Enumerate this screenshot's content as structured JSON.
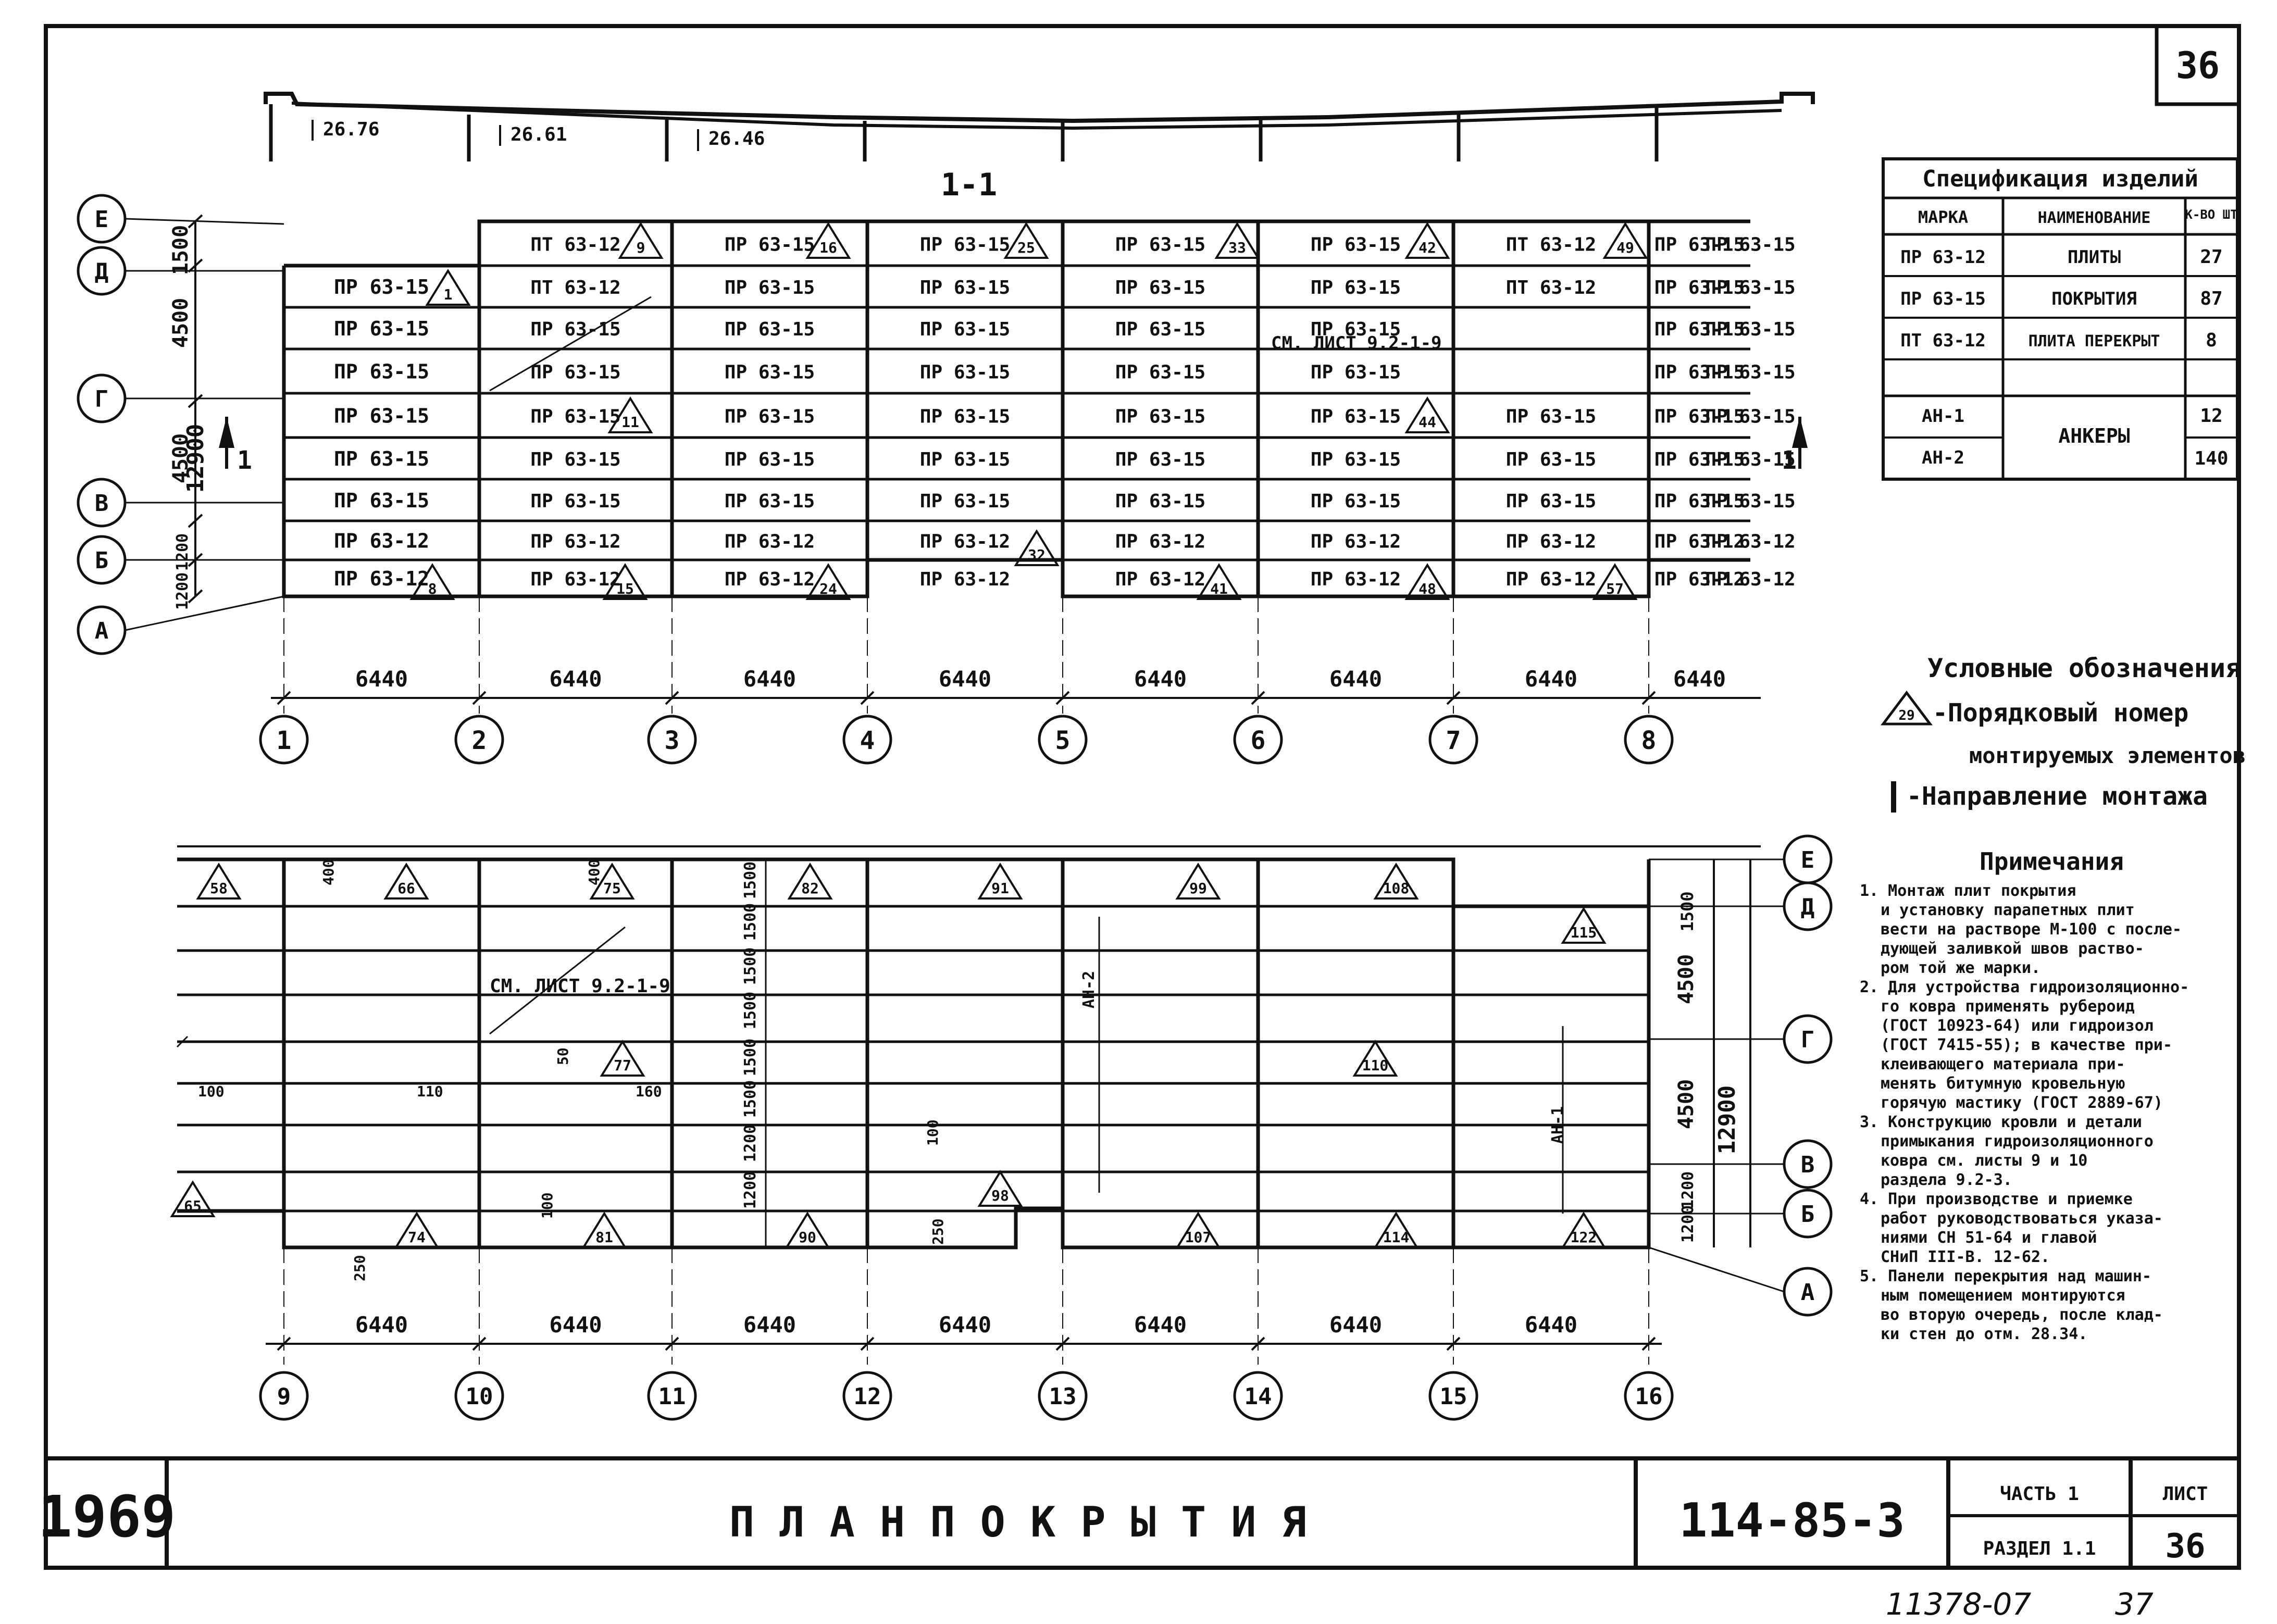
{
  "sheet_corner": "36",
  "section": {
    "label": "1-1",
    "elevations": [
      "26.76",
      "26.61",
      "26.46"
    ]
  },
  "axes_letters_top": [
    "Е",
    "Д",
    "Г",
    "В",
    "Б",
    "А"
  ],
  "axes_letters_bottom": [
    "Е",
    "Д",
    "Г",
    "В",
    "Б",
    "А"
  ],
  "axes_numbers_top": [
    "1",
    "2",
    "3",
    "4",
    "5",
    "6",
    "7",
    "8"
  ],
  "axes_numbers_bottom": [
    "9",
    "10",
    "11",
    "12",
    "13",
    "14",
    "15",
    "16"
  ],
  "bay_dim": "6440",
  "vertical_dims": {
    "top": [
      "1500",
      "4500",
      "12900",
      "4500",
      "1200",
      "1200"
    ],
    "bottom_right": [
      "1500",
      "4500",
      "12900",
      "4500",
      "1200",
      "1200"
    ],
    "bottom_interior": [
      "1500",
      "1500",
      "1500",
      "1500",
      "1500",
      "1500",
      "1200",
      "1200"
    ]
  },
  "section_mark": "1",
  "top_plan_columns": [
    [
      "ПТ 63-12",
      "ПТ 63-12",
      "ПР 63-15",
      "ПР 63-15",
      "ПР 63-15",
      "ПР 63-15",
      "ПР 63-15",
      "ПР 63-12",
      "ПР 63-12"
    ],
    [
      "ПР 63-15",
      "ПР 63-15",
      "ПР 63-15",
      "ПР 63-15",
      "ПР 63-15",
      "ПР 63-15",
      "ПР 63-15",
      "ПР 63-12",
      "ПР 63-12"
    ],
    [
      "ПР 63-15",
      "ПР 63-15",
      "ПР 63-15",
      "ПР 63-15",
      "ПР 63-15",
      "ПР 63-15",
      "ПР 63-15",
      "ПР 63-12",
      "ПР 63-12"
    ],
    [
      "ПР 63-15",
      "ПР 63-15",
      "ПР 63-15",
      "ПР 63-15",
      "ПР 63-15",
      "ПР 63-15",
      "ПР 63-15",
      "ПР 63-12",
      "ПР 63-12"
    ],
    [
      "ПР 63-15",
      "ПР 63-15",
      "ПР 63-15",
      "ПР 63-15",
      "ПР 63-15",
      "ПР 63-15",
      "ПР 63-15",
      "ПР 63-12",
      "ПР 63-12"
    ],
    [
      "ПТ 63-12",
      "ПТ 63-12",
      "",
      "",
      "ПР 63-15",
      "ПР 63-15",
      "ПР 63-15",
      "ПР 63-12",
      "ПР 63-12"
    ],
    [
      "ПР 63-15",
      "ПР 63-15",
      "ПР 63-15",
      "ПР 63-15",
      "ПР 63-15",
      "ПР 63-15",
      "ПР 63-15",
      "ПР 63-12",
      "ПР 63-12"
    ],
    [
      "ПР 63-15",
      "ПР 63-15",
      "ПР 63-15",
      "ПР 63-15",
      "ПР 63-15",
      "ПР 63-15",
      "ПР 63-15",
      "ПР 63-12",
      "ПР 63-12"
    ]
  ],
  "top_plan_first_column": [
    "ПР 63-15",
    "ПР 63-15",
    "ПР 63-15",
    "ПР 63-15",
    "ПР 63-15",
    "ПР 63-15",
    "ПР 63-12",
    "ПР 63-12"
  ],
  "top_marks": [
    "1",
    "8",
    "9",
    "11",
    "15",
    "16",
    "24",
    "25",
    "32",
    "33",
    "41",
    "42",
    "44",
    "48",
    "49",
    "57"
  ],
  "see_sheet": "СМ. ЛИСТ 9.2-1-9",
  "bottom_marks": [
    "58",
    "65",
    "66",
    "74",
    "75",
    "77",
    "81",
    "82",
    "90",
    "91",
    "98",
    "99",
    "107",
    "108",
    "110",
    "114",
    "115",
    "122"
  ],
  "bottom_dims": [
    "400",
    "400",
    "100",
    "110",
    "160",
    "50",
    "250",
    "100",
    "250",
    "100"
  ],
  "anchors_labels": [
    "АН-2",
    "АН-1"
  ],
  "spec_table": {
    "title": "Спецификация изделий",
    "headers": [
      "МАРКА",
      "НАИМЕНОВАНИЕ",
      "К-ВО ШТ"
    ],
    "rows": [
      [
        "ПР 63-12",
        "ПЛИТЫ",
        "27"
      ],
      [
        "ПР 63-15",
        "ПОКРЫТИЯ",
        "87"
      ],
      [
        "ПТ 63-12",
        "ПЛИТА ПЕРЕКРЫТ",
        "8"
      ],
      [
        "",
        "",
        ""
      ],
      [
        "АН-1",
        "АНКЕРЫ",
        "12"
      ],
      [
        "АН-2",
        "",
        "140"
      ]
    ]
  },
  "legend": {
    "title": "Условные обозначения",
    "items": [
      "-Порядковый номер",
      "монтируемых элементов",
      "-Направление монтажа"
    ],
    "mark_sample": "29"
  },
  "notes": {
    "title": "Примечания",
    "lines": [
      "1. Монтаж плит покрытия",
      "и установку парапетных плит",
      "вести на растворе М-100 с после-",
      "дующей заливкой швов раство-",
      "ром той же марки.",
      "2. Для устройства гидроизоляционно-",
      "го ковра применять рубероид",
      "(ГОСТ 10923-64) или гидроизол",
      "(ГОСТ 7415-55); в качестве при-",
      "клеивающего материала при-",
      "менять битумную кровельную",
      "горячую мастику (ГОСТ 2889-67)",
      "3. Конструкцию кровли и детали",
      "примыкания гидроизоляционного",
      "ковра см. листы 9 и 10",
      "раздела 9.2-3.",
      "4. При производстве и приемке",
      "работ руководствоваться указа-",
      "ниями СН 51-64 и главой",
      "СНиП III-В. 12-62.",
      "5. Панели перекрытия над машин-",
      "ным помещением монтируются",
      "во вторую очередь, после клад-",
      "ки стен до отм. 28.34."
    ]
  },
  "title_block": {
    "year": "1969",
    "title": "П Л А Н   П О К Р Ы Т И Я",
    "code": "114-85-3",
    "part": "ЧАСТЬ 1",
    "section": "РАЗДЕЛ 1.1",
    "sheet_label": "ЛИСТ",
    "sheet_number": "36"
  },
  "stamp": "11378-07",
  "stamp_page": "37"
}
